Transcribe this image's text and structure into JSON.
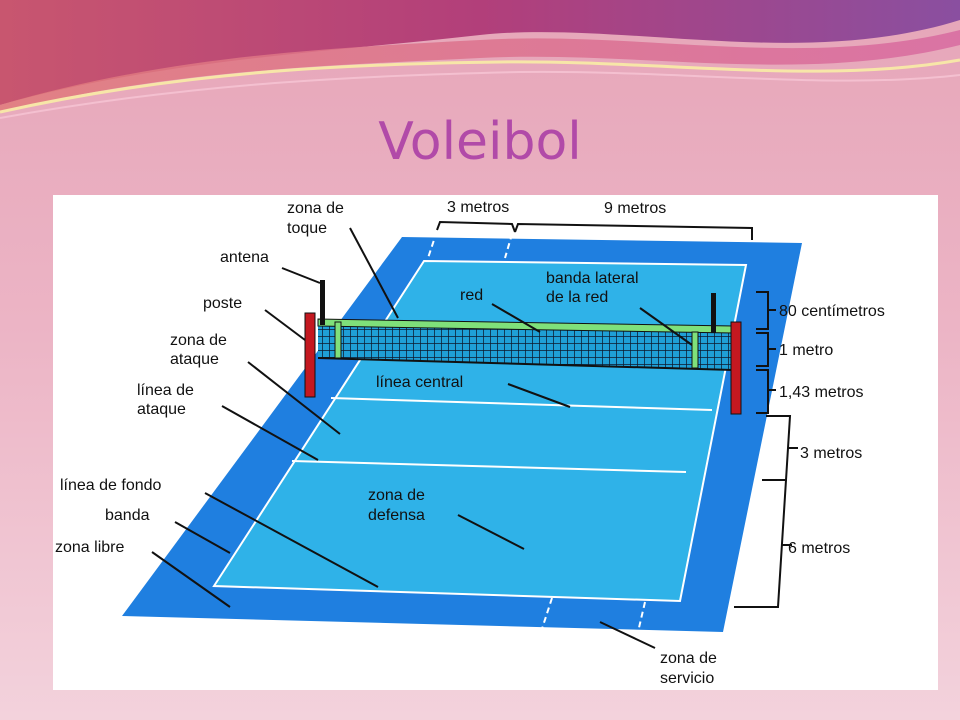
{
  "slide": {
    "title": "Voleibol"
  },
  "colors": {
    "free_zone": "#1f7fe0",
    "court": "#2fb2e8",
    "net_post": "#c41820",
    "net_band": "#7fe07a",
    "title": "#b14aa8"
  },
  "diagram": {
    "labels": {
      "zona_toque": [
        "zona de",
        "toque"
      ],
      "antena": "antena",
      "poste": "poste",
      "zona_ataque": [
        "zona de",
        "ataque"
      ],
      "linea_ataque": [
        "línea de",
        "ataque"
      ],
      "linea_fondo": "línea de fondo",
      "banda": "banda",
      "zona_libre": "zona libre",
      "red": "red",
      "banda_lateral": [
        "banda lateral",
        "de la red"
      ],
      "linea_central": "línea central",
      "zona_defensa": [
        "zona de",
        "defensa"
      ],
      "zona_servicio": [
        "zona de",
        "servicio"
      ]
    },
    "dimensions": {
      "top_3": "3 metros",
      "top_9": "9 metros",
      "cm80": "80 centímetros",
      "m1": "1 metro",
      "m143": "1,43 metros",
      "right_3": "3 metros",
      "right_6": "6 metros"
    }
  }
}
